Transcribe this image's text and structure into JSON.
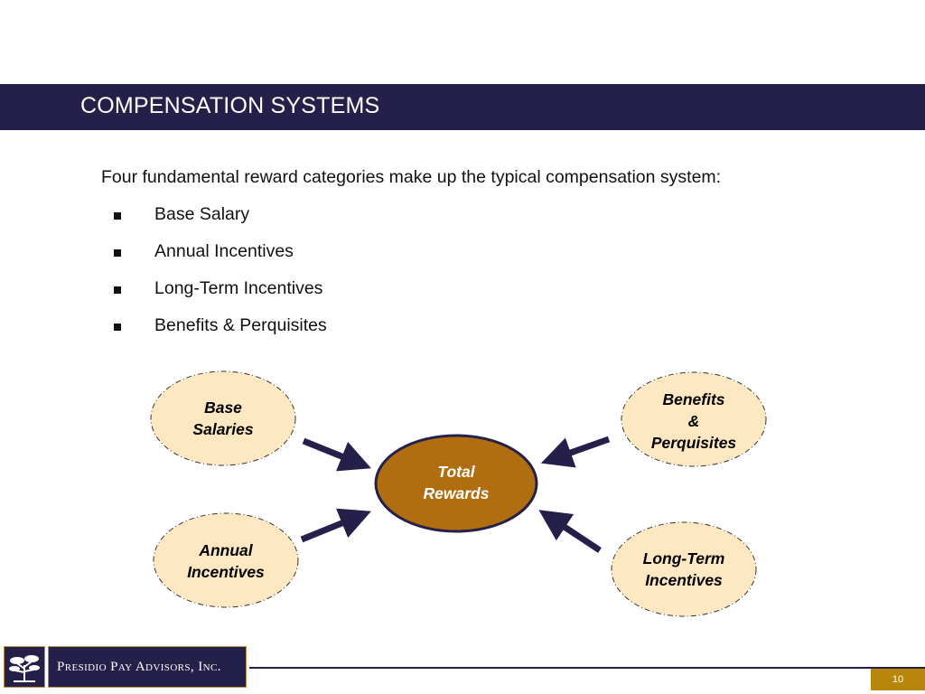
{
  "title": "COMPENSATION SYSTEMS",
  "intro": "Four fundamental reward categories make up the typical compensation system:",
  "bullets": [
    "Base Salary",
    "Annual Incentives",
    "Long-Term Incentives",
    "Benefits & Perquisites"
  ],
  "diagram": {
    "center": {
      "line1": "Total",
      "line2": "Rewards"
    },
    "base_salaries": {
      "line1": "Base",
      "line2": "Salaries"
    },
    "annual_incentives": {
      "line1": "Annual",
      "line2": "Incentives"
    },
    "benefits": {
      "line1": "Benefits",
      "line2": "&",
      "line3": "Perquisites"
    },
    "long_term": {
      "line1": "Long-Term",
      "line2": "Incentives"
    }
  },
  "footer": {
    "company": "Presidio Pay Advisors, Inc.",
    "page_number": "10"
  },
  "colors": {
    "navy": "#25204a",
    "gold": "#b8860b",
    "center_fill": "#b06e10",
    "node_fill": "#fde8c2"
  },
  "icons": {
    "logo": "cypress-tree-icon"
  }
}
